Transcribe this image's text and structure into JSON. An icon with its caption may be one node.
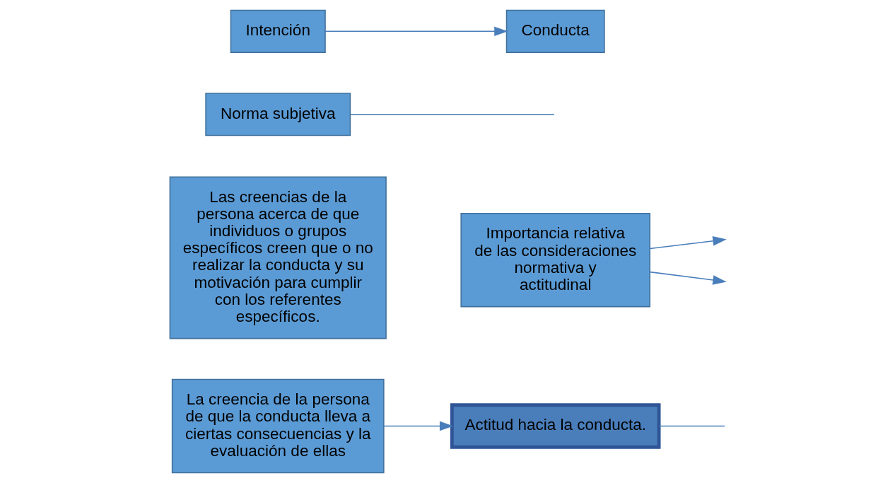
{
  "diagram": {
    "nodes": [
      {
        "text": [
          "La creencia de la persona de que la conducta lleva a ciertas consecuencias y la evaluación de ellas"
        ]
      },
      {
        "text": [
          "Actitud hacia la conducta."
        ]
      },
      {
        "text": [
          "Importancia relativa de las consideraciones normativa y actitudinal"
        ]
      },
      {
        "text": [
          "Las creencias de la persona acerca de que individuos o grupos específicos creen que o no realizar la conducta y su motivación para cumplir con los referentes específicos."
        ]
      },
      {
        "text": [
          "Norma subjetiva"
        ]
      },
      {
        "text": [
          "Intención"
        ]
      },
      {
        "text": [
          "Conducta"
        ]
      }
    ],
    "edges": [
      {
        "from": 0,
        "to": 1,
        "arrow": "to"
      },
      {
        "from": 1,
        "to": null,
        "arrow": "none"
      },
      {
        "from": 2,
        "to": null,
        "arrow": "to"
      },
      {
        "from": 2,
        "to": null,
        "arrow": "to"
      },
      {
        "from": 4,
        "to": null,
        "arrow": "none"
      },
      {
        "from": 5,
        "to": 6,
        "arrow": "to"
      }
    ]
  }
}
